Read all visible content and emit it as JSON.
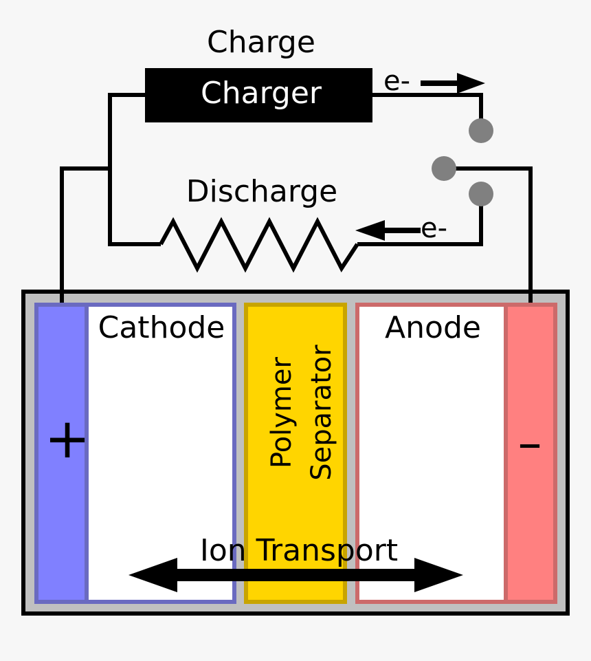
{
  "labels": {
    "charge": "Charge",
    "charger": "Charger",
    "discharge": "Discharge",
    "electron_top": "e-",
    "electron_bottom": "e-",
    "cathode": "Cathode",
    "anode": "Anode",
    "separator_line1": "Polymer",
    "separator_line2": "Separator",
    "ion_transport": "Ion Transport",
    "plus": "+",
    "minus": "–"
  },
  "colors": {
    "cathode_collector": "#8080ff",
    "cathode_border": "#6a6ac0",
    "anode_collector": "#ff8080",
    "anode_border": "#cc6a6a",
    "separator": "#ffd500",
    "separator_border": "#c8a400",
    "casing": "#c0c0c0",
    "wire": "#000000",
    "switch_contact": "#808080",
    "charger_box": "#000000",
    "charger_text": "#ffffff"
  },
  "icons": {
    "resistor": "resistor-zigzag",
    "switch": "three-contact-switch",
    "ion_arrow": "double-headed-arrow",
    "electron_arrow": "single-arrow"
  }
}
